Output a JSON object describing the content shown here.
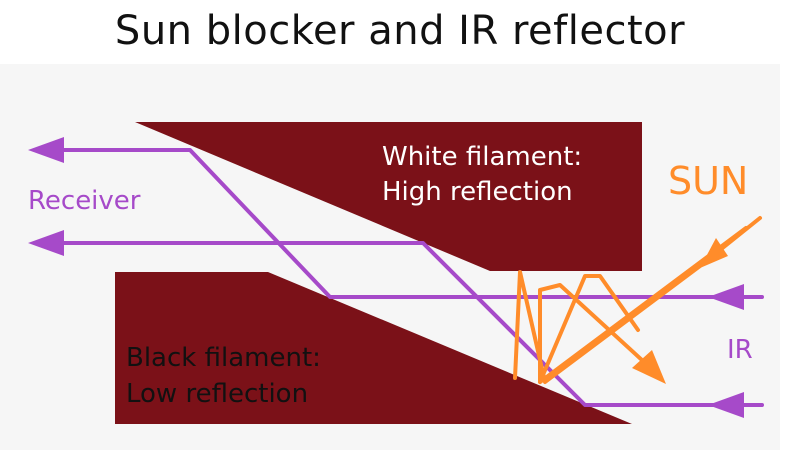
{
  "title": "Sun blocker and IR reflector",
  "labels": {
    "receiver": "Receiver",
    "sun": "SUN",
    "ir": "IR",
    "white_filament_line1": "White filament:",
    "white_filament_line2": "High reflection",
    "black_filament_line1": "Black filament:",
    "black_filament_line2": "Low reflection"
  },
  "colors": {
    "panel_background": "#f6f6f6",
    "filament_fill": "#7b1118",
    "ir_path": "#a64ac9",
    "sun_path": "#ff8c2a",
    "text_dark": "#111111",
    "text_light": "#ffffff"
  }
}
